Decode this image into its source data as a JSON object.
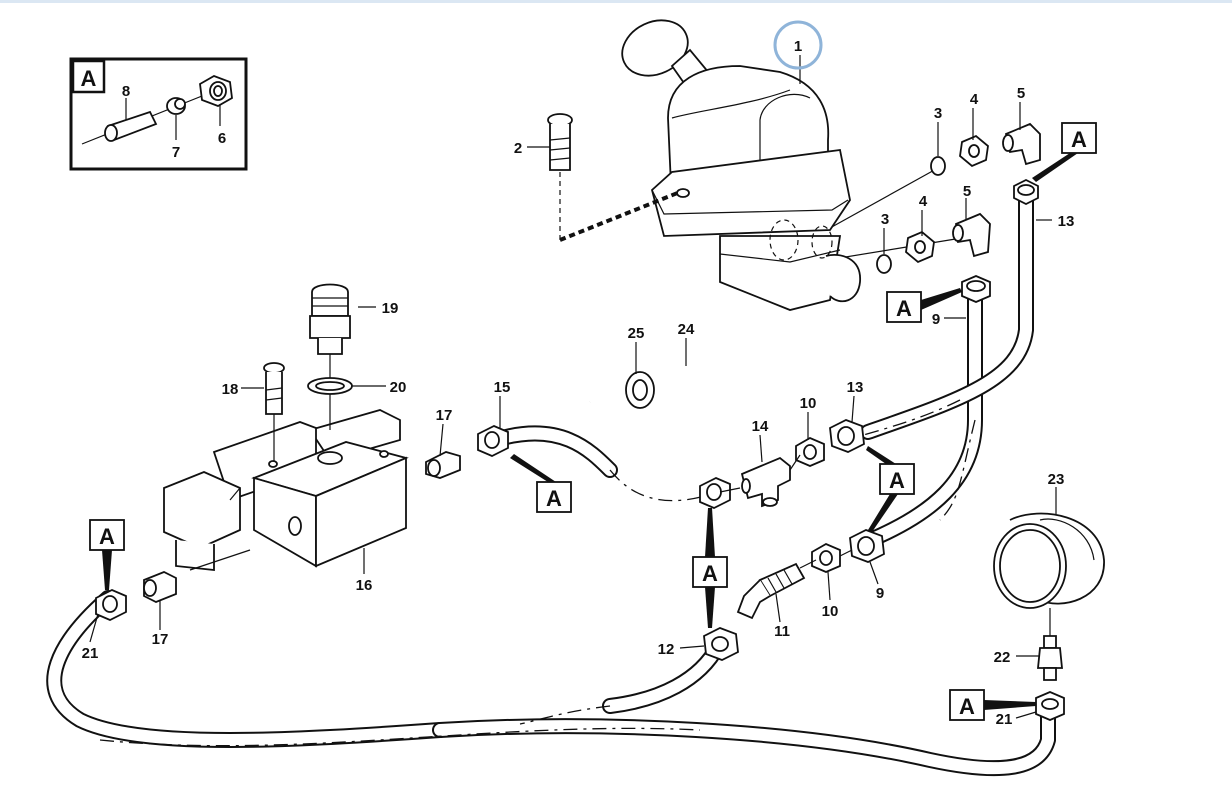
{
  "highlight_color": "#8fb4d9",
  "inset": {
    "box_label": "A",
    "callouts": [
      "8",
      "7",
      "6"
    ]
  },
  "callouts": {
    "c1": "1",
    "c2": "2",
    "c3a": "3",
    "c3b": "3",
    "c4a": "4",
    "c4b": "4",
    "c5a": "5",
    "c5b": "5",
    "c6": "6",
    "c7": "7",
    "c8": "8",
    "c9a": "9",
    "c9b": "9",
    "c10a": "10",
    "c10b": "10",
    "c11": "11",
    "c12": "12",
    "c13a": "13",
    "c13b": "13",
    "c14": "14",
    "c15": "15",
    "c16": "16",
    "c17a": "17",
    "c17b": "17",
    "c19": "19",
    "c18": "18",
    "c20": "20",
    "c21a": "21",
    "c21b": "21",
    "c22": "22",
    "c23": "23",
    "c24": "24",
    "c25": "25"
  },
  "detail_markers": [
    "A",
    "A",
    "A",
    "A",
    "A",
    "A",
    "A",
    "A"
  ]
}
